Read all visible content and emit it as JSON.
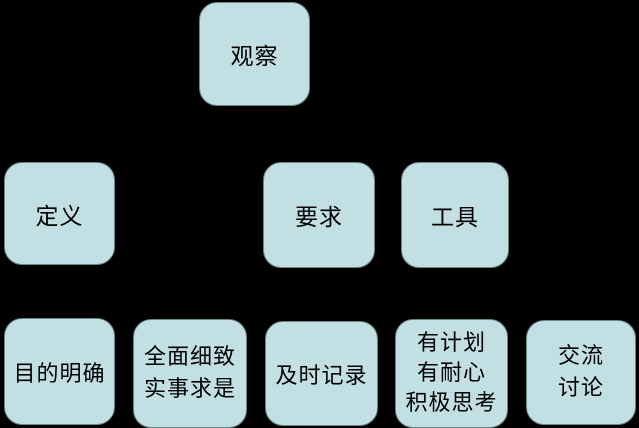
{
  "diagram": {
    "background_color": "#000000",
    "node_fill_color": "#c2e0e4",
    "node_border_color": "#6b8487",
    "node_text_color": "#000000"
  },
  "nodes": {
    "guancha": {
      "label": "观察"
    },
    "dingyi": {
      "label": "定义"
    },
    "yaoqiu": {
      "label": "要求"
    },
    "gongju": {
      "label": "工具"
    },
    "mudi": {
      "label": "目的明确"
    },
    "quanmian": {
      "label": "全面细致\n实事求是"
    },
    "jishi": {
      "label": "及时记录"
    },
    "youjihua": {
      "label": "有计划\n有耐心\n积极思考"
    },
    "jiaoliu": {
      "label": "交流\n讨论"
    }
  }
}
